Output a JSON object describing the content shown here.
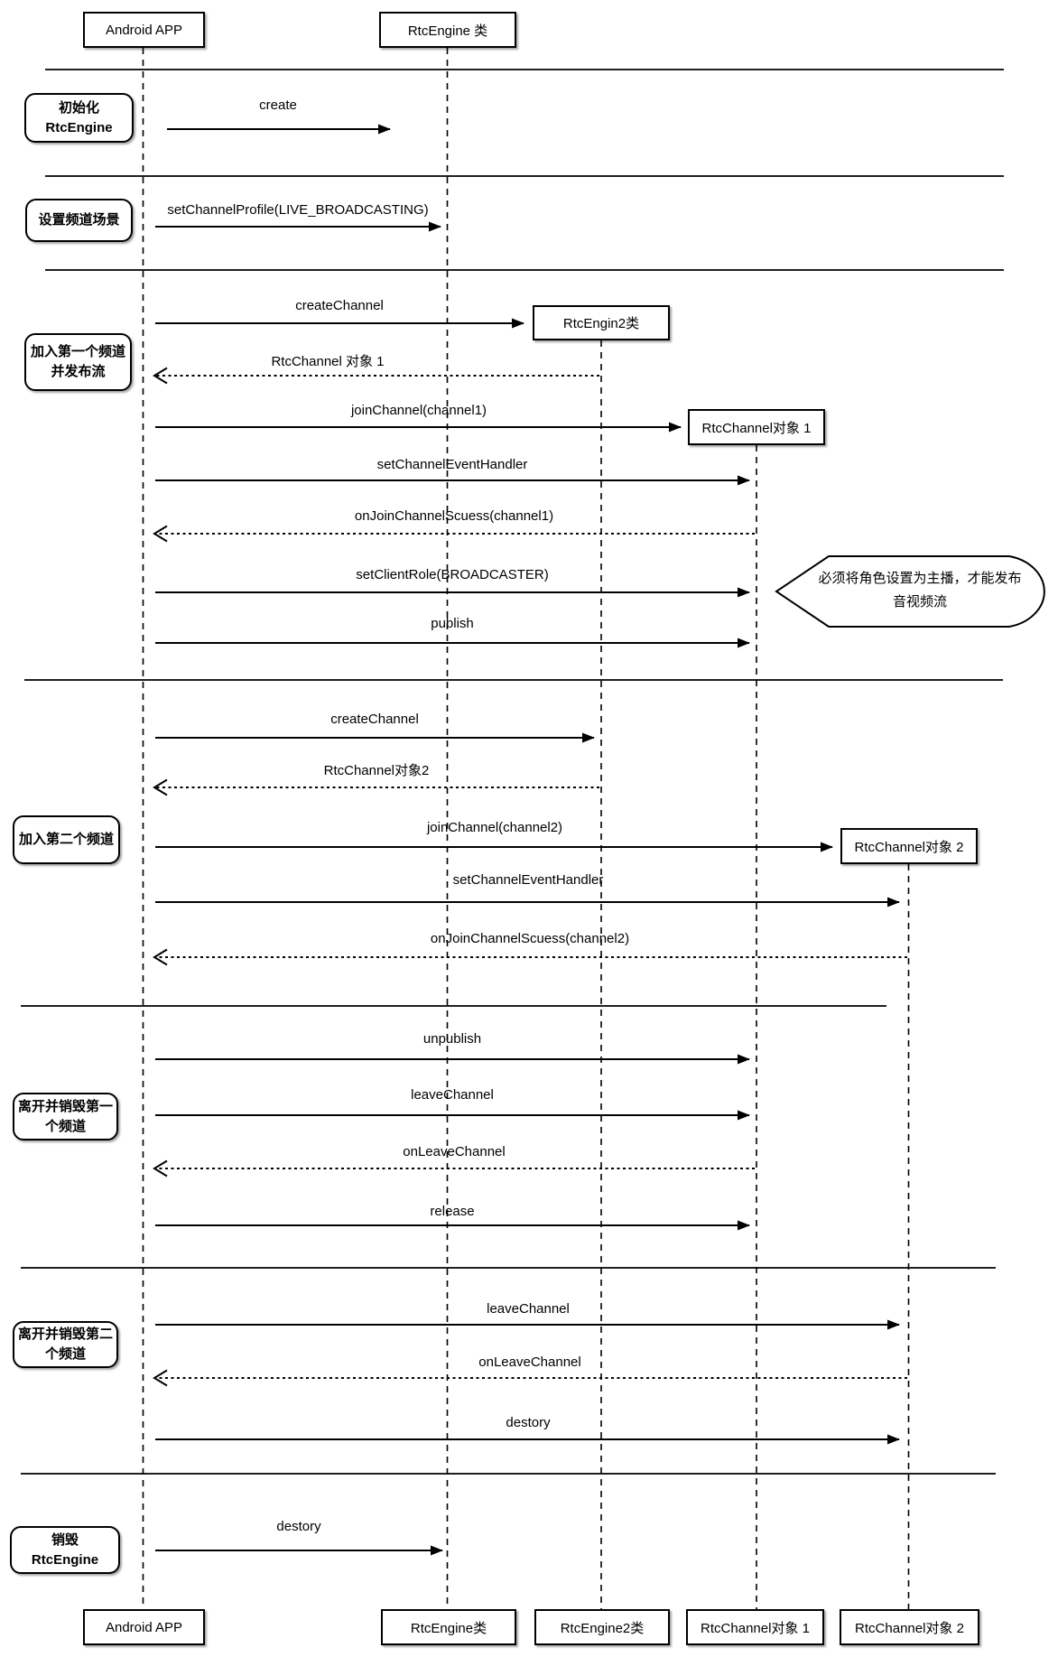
{
  "diagram": {
    "type": "sequence-diagram",
    "participants": {
      "top": [
        "Android APP",
        "RtcEngine 类"
      ],
      "created": [
        "RtcEngin2类",
        "RtcChannel对象 1",
        "RtcChannel对象 2"
      ],
      "bottom": [
        "Android APP",
        "RtcEngine类",
        "RtcEngine2类",
        "RtcChannel对象 1",
        "RtcChannel对象 2"
      ]
    },
    "sections": [
      {
        "label": "初始化\nRtcEngine"
      },
      {
        "label": "设置频道场景"
      },
      {
        "label": "加入第一个频道\n并发布流"
      },
      {
        "label": "加入第二个频道"
      },
      {
        "label": "离开并销毁第一\n个频道"
      },
      {
        "label": "离开并销毁第二\n个频道"
      },
      {
        "label": "销毁\nRtcEngine"
      }
    ],
    "messages": [
      {
        "label": "create",
        "type": "call",
        "from": "Android APP",
        "to": "RtcEngine 类"
      },
      {
        "label": "setChannelProfile(LIVE_BROADCASTING)",
        "type": "call",
        "from": "Android APP",
        "to": "RtcEngine 类"
      },
      {
        "label": "createChannel",
        "type": "call",
        "from": "Android APP",
        "to": "RtcEngin2类"
      },
      {
        "label": "RtcChannel 对象 1",
        "type": "return",
        "from": "RtcEngin2类",
        "to": "Android APP"
      },
      {
        "label": "joinChannel(channel1)",
        "type": "call",
        "from": "Android APP",
        "to": "RtcChannel对象 1"
      },
      {
        "label": "setChannelEventHandler",
        "type": "call",
        "from": "Android APP",
        "to": "RtcChannel对象 1"
      },
      {
        "label": "onJoinChannelScuess(channel1)",
        "type": "return",
        "from": "RtcChannel对象 1",
        "to": "Android APP"
      },
      {
        "label": "setClientRole(BROADCASTER)",
        "type": "call",
        "from": "Android APP",
        "to": "RtcChannel对象 1"
      },
      {
        "label": "publish",
        "type": "call",
        "from": "Android APP",
        "to": "RtcChannel对象 1"
      },
      {
        "label": "createChannel",
        "type": "call",
        "from": "Android APP",
        "to": "RtcEngin2类"
      },
      {
        "label": "RtcChannel对象2",
        "type": "return",
        "from": "RtcEngin2类",
        "to": "Android APP"
      },
      {
        "label": "joinChannel(channel2)",
        "type": "call",
        "from": "Android APP",
        "to": "RtcChannel对象 2"
      },
      {
        "label": "setChannelEventHandler",
        "type": "call",
        "from": "Android APP",
        "to": "RtcChannel对象 2"
      },
      {
        "label": "onJoinChannelScuess(channel2)",
        "type": "return",
        "from": "RtcChannel对象 2",
        "to": "Android APP"
      },
      {
        "label": "unpublish",
        "type": "call",
        "from": "Android APP",
        "to": "RtcChannel对象 1"
      },
      {
        "label": "leaveChannel",
        "type": "call",
        "from": "Android APP",
        "to": "RtcChannel对象 1"
      },
      {
        "label": "onLeaveChannel",
        "type": "return",
        "from": "RtcChannel对象 1",
        "to": "Android APP"
      },
      {
        "label": "release",
        "type": "call",
        "from": "Android APP",
        "to": "RtcChannel对象 1"
      },
      {
        "label": "leaveChannel",
        "type": "call",
        "from": "Android APP",
        "to": "RtcChannel对象 2"
      },
      {
        "label": "onLeaveChannel",
        "type": "return",
        "from": "RtcChannel对象 2",
        "to": "Android APP"
      },
      {
        "label": "destory",
        "type": "call",
        "from": "Android APP",
        "to": "RtcChannel对象 2"
      },
      {
        "label": "destory",
        "type": "call",
        "from": "Android APP",
        "to": "RtcEngine 类"
      }
    ],
    "note": {
      "label": "必须将角色设置为主播，才能发布\n音视频流"
    },
    "colors": {
      "stroke": "#000000",
      "background": "#ffffff"
    }
  }
}
